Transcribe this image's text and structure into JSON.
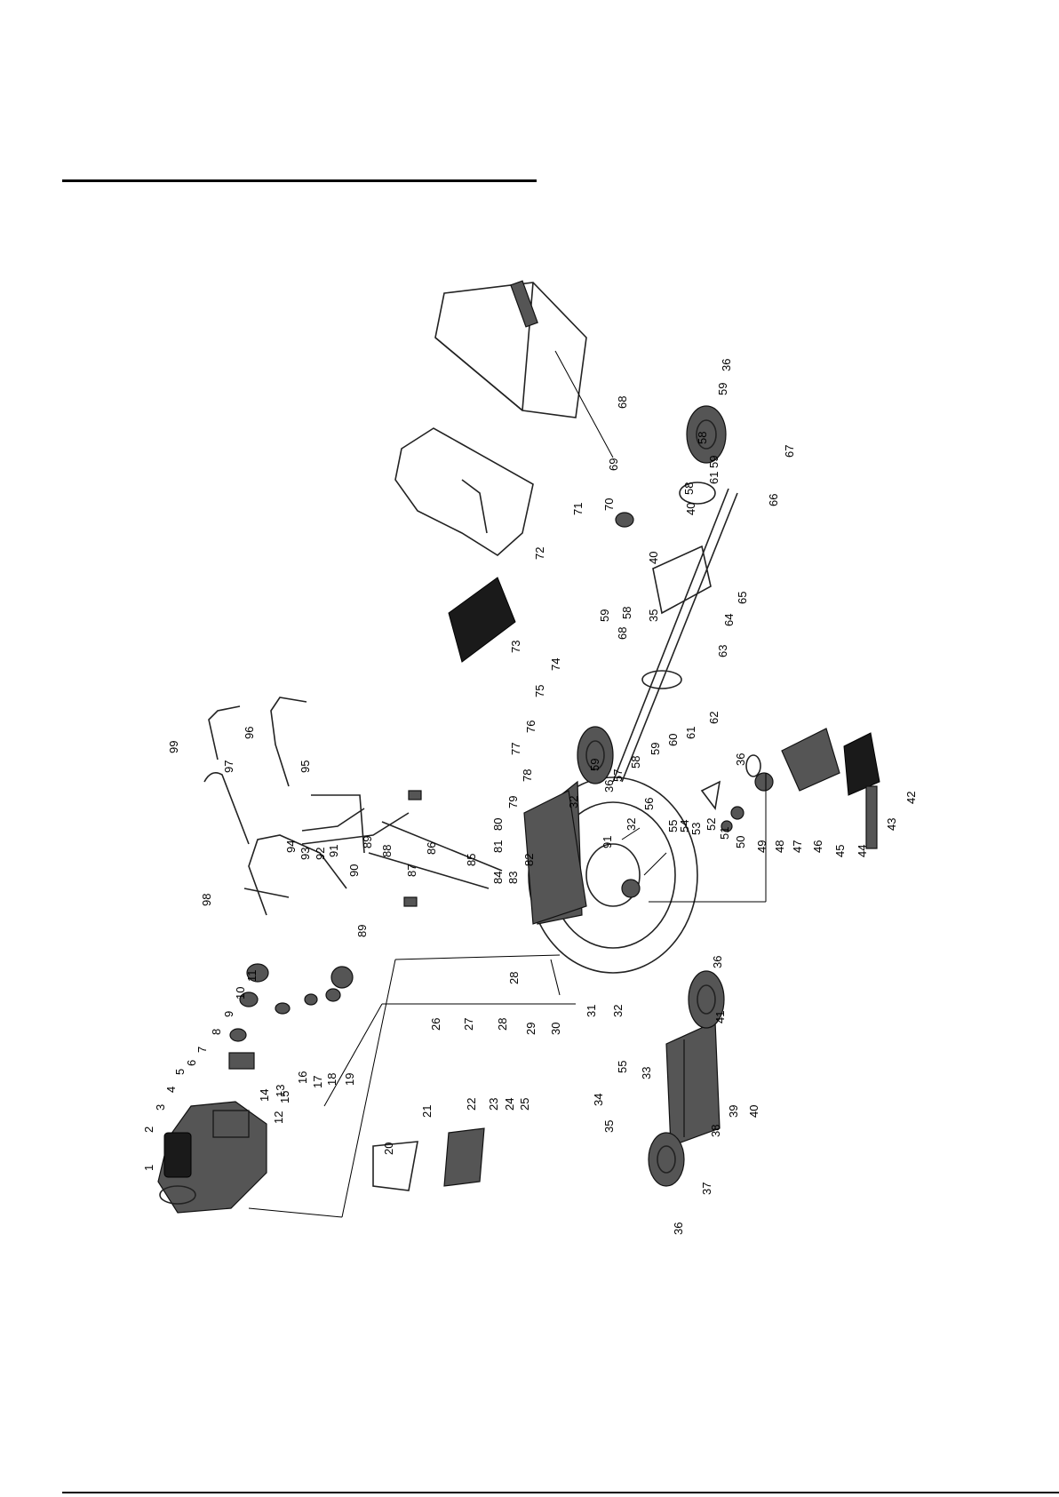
{
  "diagram": {
    "callouts": [
      "1",
      "2",
      "3",
      "4",
      "5",
      "6",
      "7",
      "8",
      "9",
      "10",
      "11",
      "12",
      "13",
      "14",
      "15",
      "16",
      "17",
      "18",
      "19",
      "20",
      "21",
      "22",
      "23",
      "24",
      "25",
      "26",
      "27",
      "28",
      "29",
      "30",
      "31",
      "32",
      "33",
      "34",
      "35",
      "36",
      "37",
      "38",
      "39",
      "40",
      "41",
      "42",
      "43",
      "44",
      "45",
      "46",
      "47",
      "48",
      "49",
      "50",
      "51",
      "52",
      "53",
      "54",
      "55",
      "56",
      "57",
      "58",
      "59",
      "60",
      "61",
      "62",
      "63",
      "64",
      "65",
      "66",
      "67",
      "68",
      "69",
      "70",
      "71",
      "72",
      "73",
      "74",
      "75",
      "76",
      "77",
      "78",
      "79",
      "80",
      "81",
      "82",
      "83",
      "84",
      "85",
      "86",
      "87",
      "88",
      "89",
      "90",
      "91",
      "92",
      "93",
      "94",
      "95",
      "96",
      "97",
      "98",
      "99"
    ]
  }
}
